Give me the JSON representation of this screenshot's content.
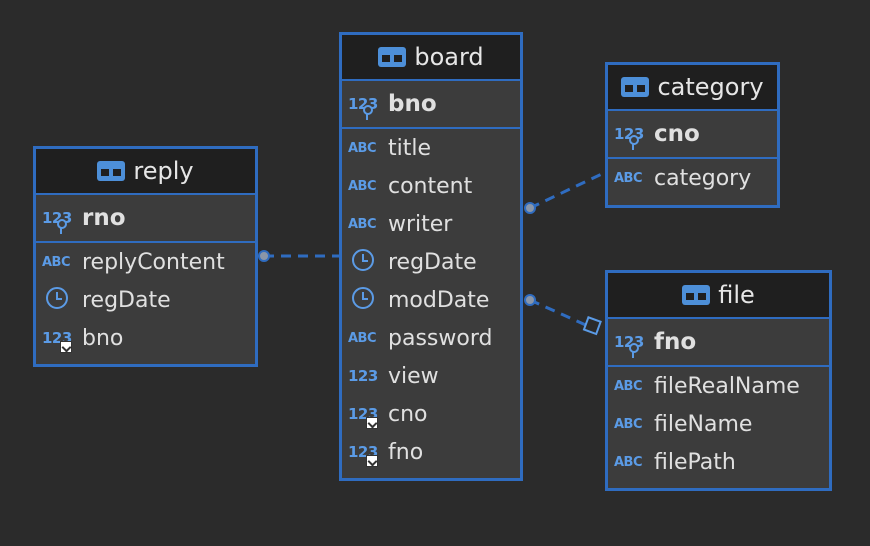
{
  "colors": {
    "background": "#2b2b2b",
    "entity_border": "#2f6cc0",
    "entity_header": "#1f1f1f",
    "entity_body": "#3c3c3c",
    "icon_blue": "#5b9be6",
    "connector": "#2f6cc0"
  },
  "entities": {
    "board": {
      "title": "board",
      "pk": {
        "type_label": "123",
        "name": "bno"
      },
      "columns": [
        {
          "type_label": "ABC",
          "name": "title"
        },
        {
          "type_label": "ABC",
          "name": "content"
        },
        {
          "type_label": "ABC",
          "name": "writer"
        },
        {
          "type_label": "clock-icon",
          "name": "regDate"
        },
        {
          "type_label": "clock-icon",
          "name": "modDate"
        },
        {
          "type_label": "ABC",
          "name": "password"
        },
        {
          "type_label": "123",
          "name": "view"
        },
        {
          "type_label": "123",
          "name": "cno"
        },
        {
          "type_label": "123",
          "name": "fno"
        }
      ]
    },
    "reply": {
      "title": "reply",
      "pk": {
        "type_label": "123",
        "name": "rno"
      },
      "columns": [
        {
          "type_label": "ABC",
          "name": "replyContent"
        },
        {
          "type_label": "clock-icon",
          "name": "regDate"
        },
        {
          "type_label": "123",
          "name": "bno"
        }
      ]
    },
    "category": {
      "title": "category",
      "pk": {
        "type_label": "123",
        "name": "cno"
      },
      "columns": [
        {
          "type_label": "ABC",
          "name": "category"
        }
      ]
    },
    "file": {
      "title": "file",
      "pk": {
        "type_label": "123",
        "name": "fno"
      },
      "columns": [
        {
          "type_label": "ABC",
          "name": "fileRealName"
        },
        {
          "type_label": "ABC",
          "name": "fileName"
        },
        {
          "type_label": "ABC",
          "name": "filePath"
        }
      ]
    }
  }
}
